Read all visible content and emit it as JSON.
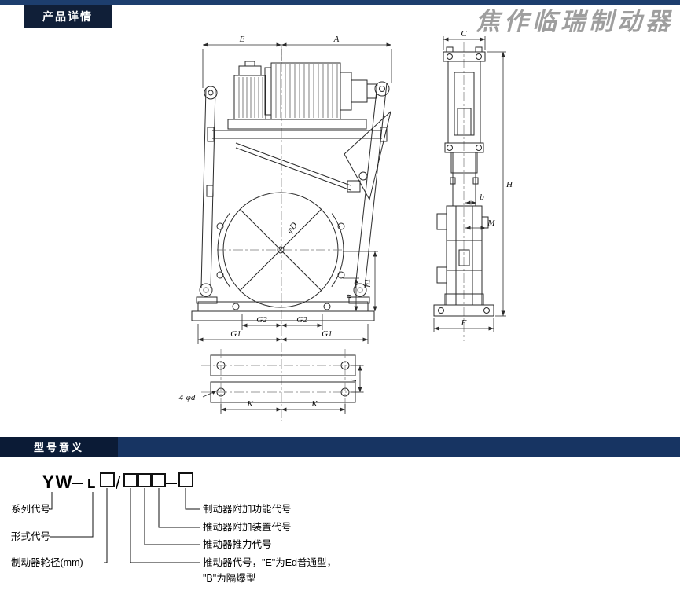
{
  "theme": {
    "top_strip": "#1d3e6e",
    "badge_bg": "#101f38",
    "section_bar_bg": "#173462",
    "section_bar_left_bg": "#0b1b36",
    "watermark_color": "#9e9e9e",
    "line_color": "#2a2a2a"
  },
  "header": {
    "section1_title": "产品详情",
    "watermark": "焦作临瑞制动器"
  },
  "sections": {
    "model_meaning_title": "型号意义"
  },
  "drawing": {
    "front": {
      "E": "E",
      "A": "A",
      "phiD": "φD",
      "h1": "h1",
      "n": "n",
      "G2": "G2",
      "G1": "G1"
    },
    "side": {
      "C": "C",
      "H": "H",
      "b": "b",
      "M": "M",
      "F": "F"
    },
    "plan": {
      "K": "K",
      "I": "I",
      "holes": "4-φd"
    }
  },
  "model": {
    "series": "YW",
    "dash": "—",
    "form": "L",
    "slash": "/",
    "left_labels": [
      "系列代号",
      "形式代号",
      "制动器轮径(mm)"
    ],
    "right_labels": [
      "制动器附加功能代号",
      "推动器附加装置代号",
      "推动器推力代号",
      "推动器代号，\"E\"为Ed普通型，",
      "\"B\"为隔爆型"
    ]
  }
}
